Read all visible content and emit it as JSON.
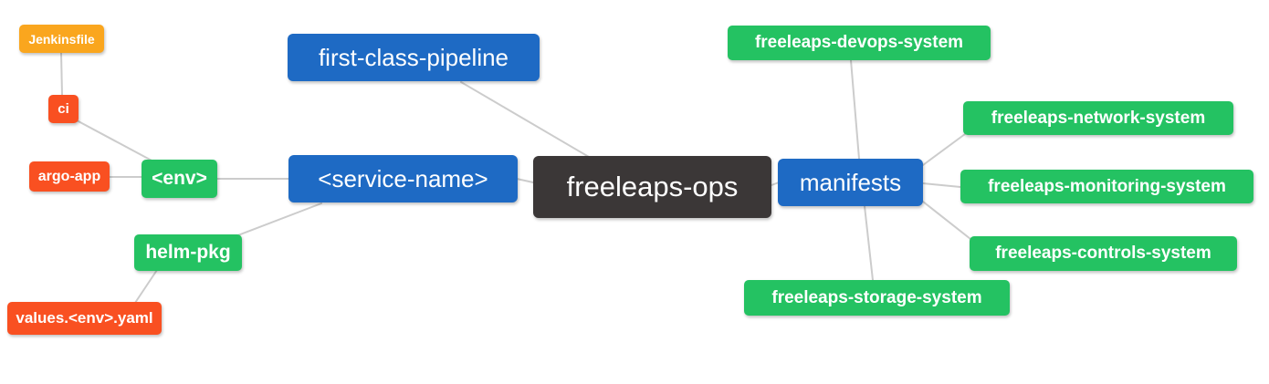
{
  "diagram": {
    "type": "mindmap",
    "root": "freeleaps-ops",
    "colors": {
      "root_node": "#3b3737",
      "primary_branch": "#1e6ac4",
      "secondary_branch": "#24c262",
      "leaf_red": "#f95021",
      "leaf_orange": "#faa61e",
      "connector": "#cccccc",
      "background": "#ffffff",
      "node_text": "#ffffff"
    },
    "nodes": [
      {
        "id": "jenkinsfile",
        "label": "Jenkinsfile",
        "color": "#faa61e"
      },
      {
        "id": "ci",
        "label": "ci",
        "color": "#f95021"
      },
      {
        "id": "argo-app",
        "label": "argo-app",
        "color": "#f95021"
      },
      {
        "id": "env",
        "label": "<env>",
        "color": "#24c262"
      },
      {
        "id": "helm-pkg",
        "label": "helm-pkg",
        "color": "#24c262"
      },
      {
        "id": "values-env-yaml",
        "label": "values.<env>.yaml",
        "color": "#f95021"
      },
      {
        "id": "first-class-pipeline",
        "label": "first-class-pipeline",
        "color": "#1e6ac4"
      },
      {
        "id": "service-name",
        "label": "<service-name>",
        "color": "#1e6ac4"
      },
      {
        "id": "freeleaps-ops",
        "label": "freeleaps-ops",
        "color": "#3b3737"
      },
      {
        "id": "manifests",
        "label": "manifests",
        "color": "#1e6ac4"
      },
      {
        "id": "freeleaps-devops-system",
        "label": "freeleaps-devops-system",
        "color": "#24c262"
      },
      {
        "id": "freeleaps-network-system",
        "label": "freeleaps-network-system",
        "color": "#24c262"
      },
      {
        "id": "freeleaps-monitoring-system",
        "label": "freeleaps-monitoring-system",
        "color": "#24c262"
      },
      {
        "id": "freeleaps-controls-system",
        "label": "freeleaps-controls-system",
        "color": "#24c262"
      },
      {
        "id": "freeleaps-storage-system",
        "label": "freeleaps-storage-system",
        "color": "#24c262"
      }
    ],
    "edges": [
      {
        "from": "freeleaps-ops",
        "to": "first-class-pipeline"
      },
      {
        "from": "freeleaps-ops",
        "to": "service-name"
      },
      {
        "from": "freeleaps-ops",
        "to": "manifests"
      },
      {
        "from": "service-name",
        "to": "env"
      },
      {
        "from": "service-name",
        "to": "helm-pkg"
      },
      {
        "from": "env",
        "to": "ci"
      },
      {
        "from": "env",
        "to": "argo-app"
      },
      {
        "from": "ci",
        "to": "jenkinsfile"
      },
      {
        "from": "helm-pkg",
        "to": "values-env-yaml"
      },
      {
        "from": "manifests",
        "to": "freeleaps-devops-system"
      },
      {
        "from": "manifests",
        "to": "freeleaps-network-system"
      },
      {
        "from": "manifests",
        "to": "freeleaps-monitoring-system"
      },
      {
        "from": "manifests",
        "to": "freeleaps-controls-system"
      },
      {
        "from": "manifests",
        "to": "freeleaps-storage-system"
      }
    ]
  }
}
